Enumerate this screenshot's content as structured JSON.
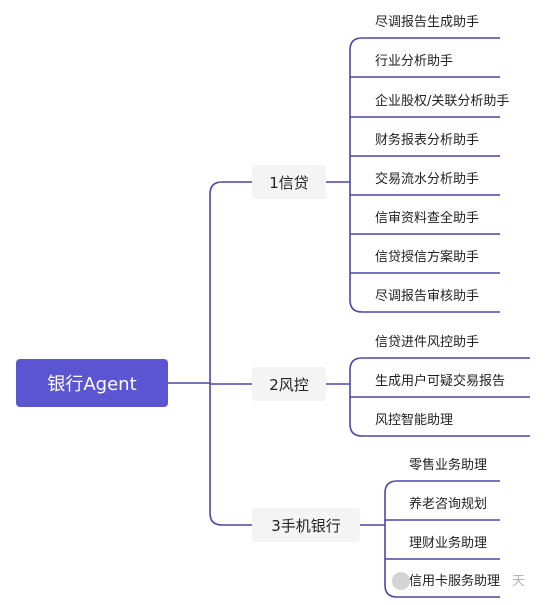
{
  "root": {
    "label": "银行Agent"
  },
  "branches": [
    {
      "label": "1信贷",
      "children": [
        "尽调报告生成助手",
        "行业分析助手",
        "企业股权/关联分析助手",
        "财务报表分析助手",
        "交易流水分析助手",
        "信审资料查全助手",
        "信贷授信方案助手",
        "尽调报告审核助手"
      ]
    },
    {
      "label": "2风控",
      "children": [
        "信贷进件风控助手",
        "生成用户可疑交易报告",
        "风控智能助理"
      ]
    },
    {
      "label": "3手机银行",
      "children": [
        "零售业务助理",
        "养老咨询规划",
        "理财业务助理",
        "信用卡服务助理"
      ]
    }
  ],
  "watermark": {
    "text": "天"
  },
  "colors": {
    "root_fill": "#5b55d2",
    "line": "#4b47a6",
    "branch_fill": "#f4f4f5"
  }
}
